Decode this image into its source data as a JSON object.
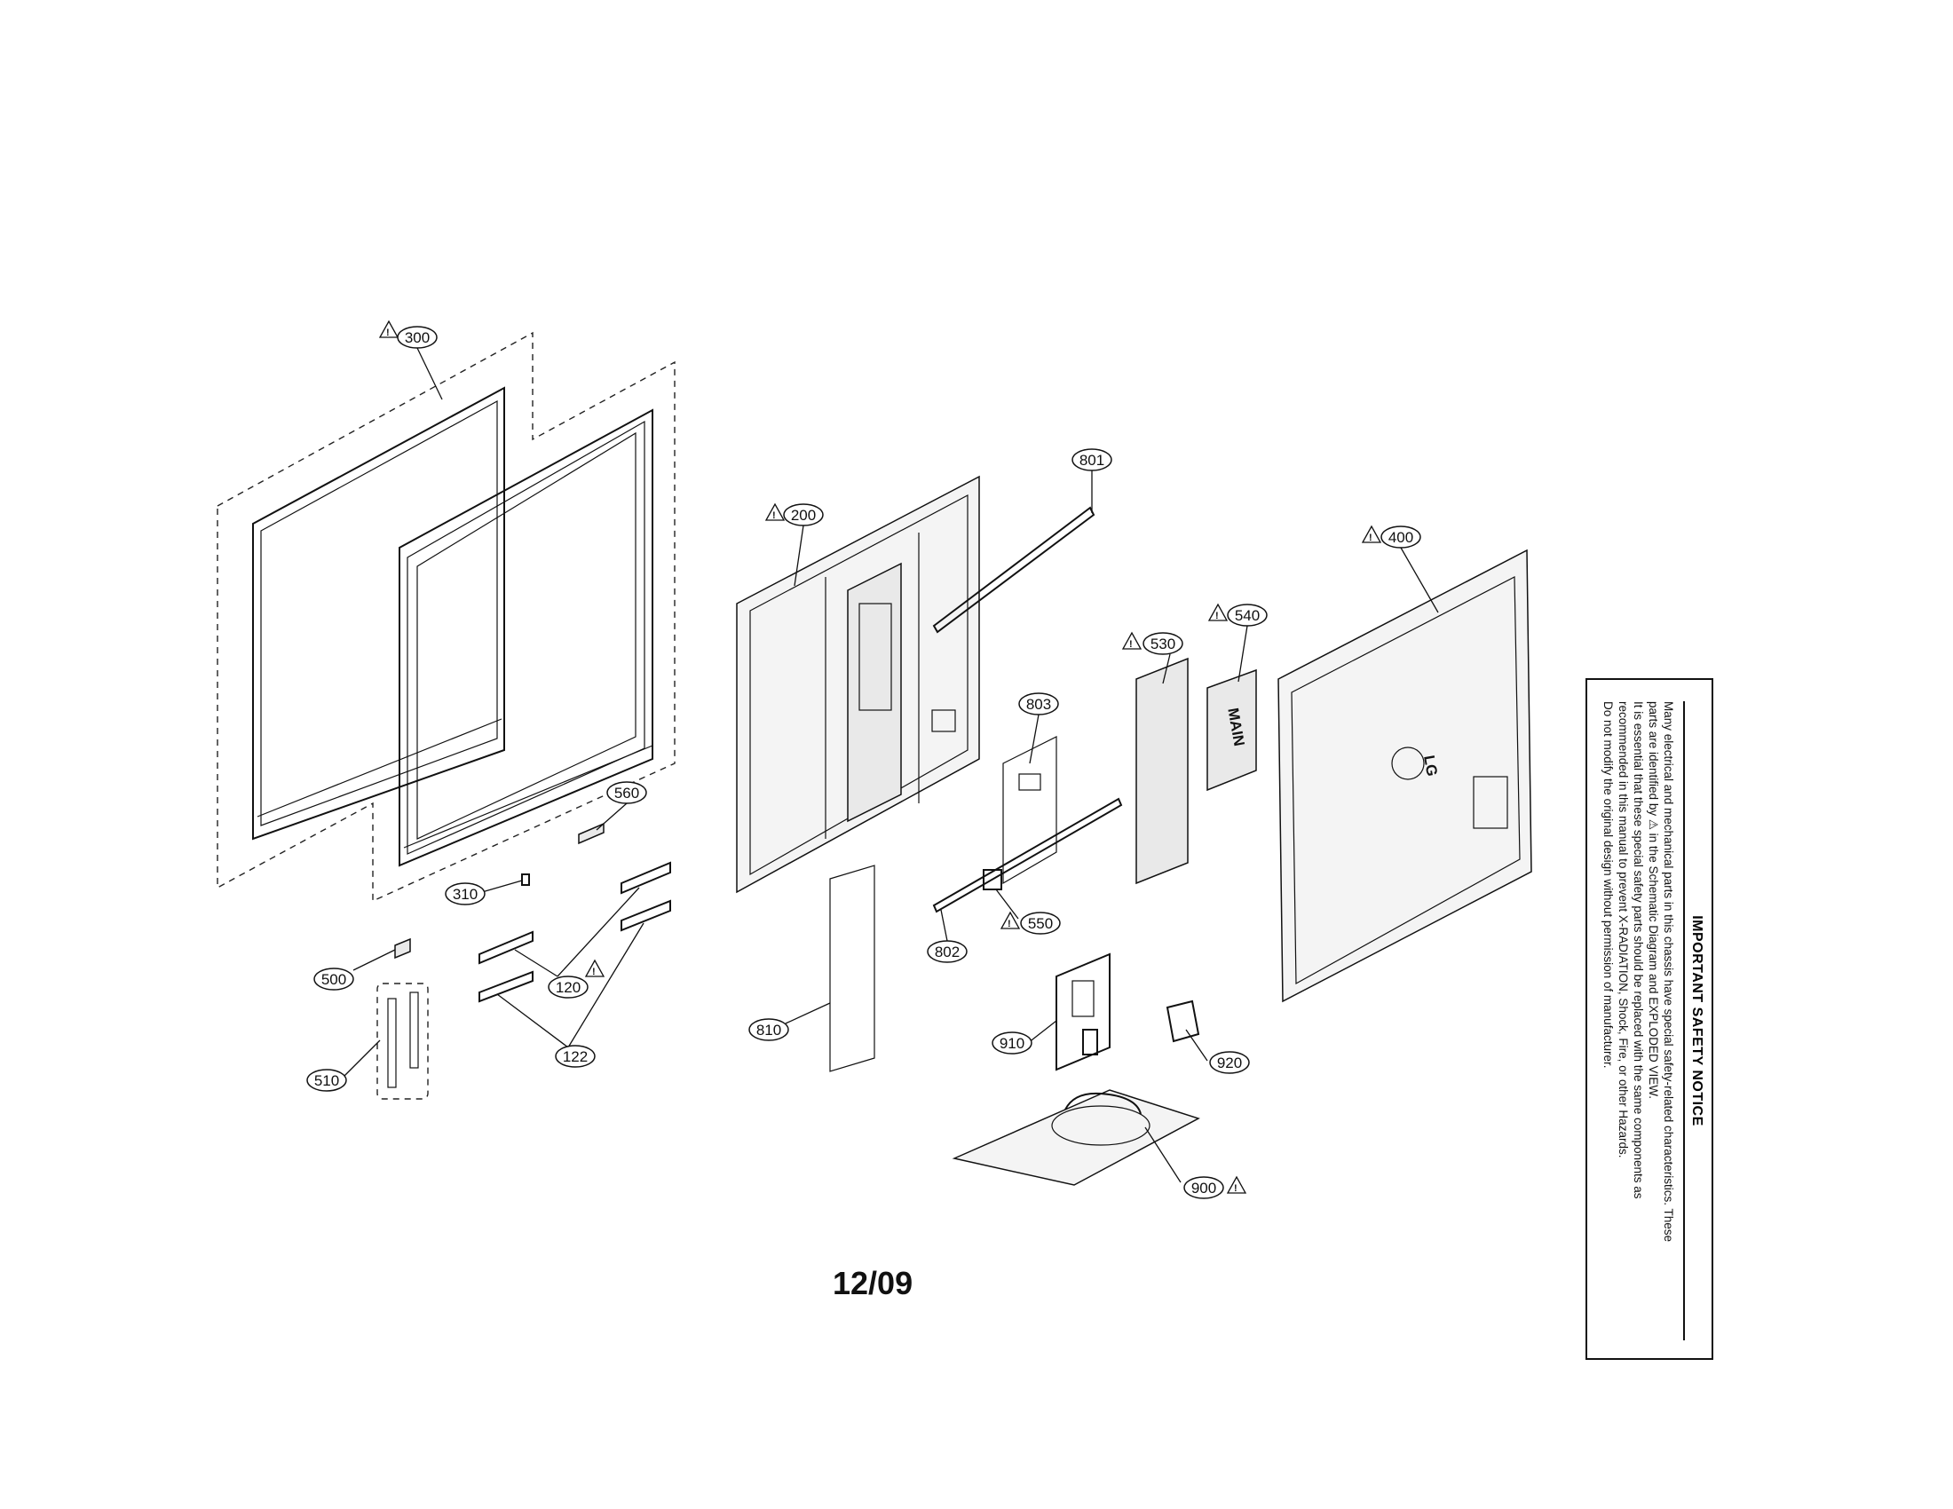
{
  "callouts": {
    "c300": "300",
    "c200": "200",
    "c801": "801",
    "c400": "400",
    "c530": "530",
    "c540": "540",
    "c803": "803",
    "c560": "560",
    "c310": "310",
    "c550": "550",
    "c802": "802",
    "c500": "500",
    "c120": "120",
    "c122": "122",
    "c810": "810",
    "c910": "910",
    "c920": "920",
    "c510": "510",
    "c900": "900"
  },
  "labels": {
    "main_board": "MAIN",
    "back_cover_logo": "LG",
    "warning_symbol": "!"
  },
  "date": "12/09",
  "notice": {
    "title": "IMPORTANT SAFETY NOTICE",
    "lines": [
      "Many electrical and mechanical parts in this chassis have special safety-related characteristics. These",
      "parts are identified by ⚠ in the Schematic Diagram and EXPLODED VIEW.",
      "It is essential that these special safety parts should be replaced with the same components as",
      "recommended in this manual to prevent X-RADIATION, Shock, Fire, or other Hazards.",
      "Do not modify the original design without permission of manufacturer."
    ]
  }
}
